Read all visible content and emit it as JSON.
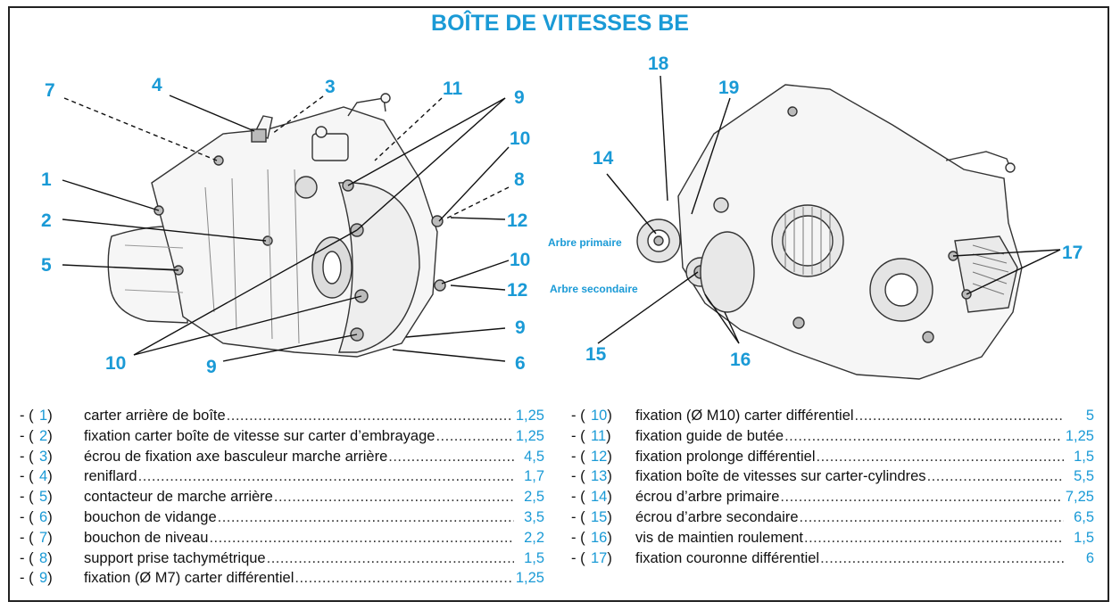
{
  "title": "BOÎTE DE VITESSES BE",
  "callouts_left": [
    "1",
    "2",
    "3",
    "4",
    "5",
    "7",
    "8",
    "9",
    "9",
    "9",
    "10",
    "10",
    "10",
    "11",
    "12",
    "12",
    "6"
  ],
  "callouts_right": [
    "14",
    "15",
    "16",
    "17",
    "18",
    "19"
  ],
  "labels": {
    "arbre_primaire": "Arbre primaire",
    "arbre_secondaire": "Arbre secondaire"
  },
  "legend_left": [
    {
      "dash": "- (",
      "num": "1",
      "close": ")",
      "desc": "carter arrière de boîte",
      "value": "1,25"
    },
    {
      "dash": "- (",
      "num": "2",
      "close": ")",
      "desc": "fixation carter boîte de vitesse sur carter d’embrayage",
      "value": "1,25"
    },
    {
      "dash": "- (",
      "num": "3",
      "close": ")",
      "desc": "écrou de fixation axe basculeur marche arrière",
      "value": "4,5"
    },
    {
      "dash": "- (",
      "num": "4",
      "close": ")",
      "desc": "reniflard",
      "value": "1,7"
    },
    {
      "dash": "- (",
      "num": "5",
      "close": ")",
      "desc": "contacteur de marche arrière",
      "value": "2,5"
    },
    {
      "dash": "- (",
      "num": "6",
      "close": ")",
      "desc": "bouchon de vidange",
      "value": "3,5"
    },
    {
      "dash": "- (",
      "num": "7",
      "close": ")",
      "desc": "bouchon de niveau",
      "value": "2,2"
    },
    {
      "dash": "- (",
      "num": "8",
      "close": ")",
      "desc": "support prise tachymétrique",
      "value": "1,5"
    },
    {
      "dash": "- (",
      "num": "9",
      "close": ")",
      "desc": "fixation (Ø M7) carter différentiel",
      "value": "1,25"
    }
  ],
  "legend_right": [
    {
      "dash": "- (",
      "num": "10",
      "close": ")",
      "desc": "fixation (Ø M10) carter différentiel",
      "value": "5"
    },
    {
      "dash": "- (",
      "num": "11",
      "close": ")",
      "desc": "fixation guide de butée",
      "value": "1,25"
    },
    {
      "dash": "- (",
      "num": "12",
      "close": ")",
      "desc": "fixation prolonge différentiel",
      "value": "1,5"
    },
    {
      "dash": "- (",
      "num": "13",
      "close": ")",
      "desc": "fixation boîte de vitesses sur carter-cylindres",
      "value": "5,5"
    },
    {
      "dash": "- (",
      "num": "14",
      "close": ")",
      "desc": "écrou d’arbre primaire",
      "value": "7,25"
    },
    {
      "dash": "- (",
      "num": "15",
      "close": ")",
      "desc": "écrou d’arbre secondaire",
      "value": "6,5"
    },
    {
      "dash": "- (",
      "num": "16",
      "close": ")",
      "desc": "vis de maintien roulement",
      "value": "1,5"
    },
    {
      "dash": "- (",
      "num": "17",
      "close": ")",
      "desc": "fixation couronne différentiel",
      "value": "6"
    }
  ]
}
